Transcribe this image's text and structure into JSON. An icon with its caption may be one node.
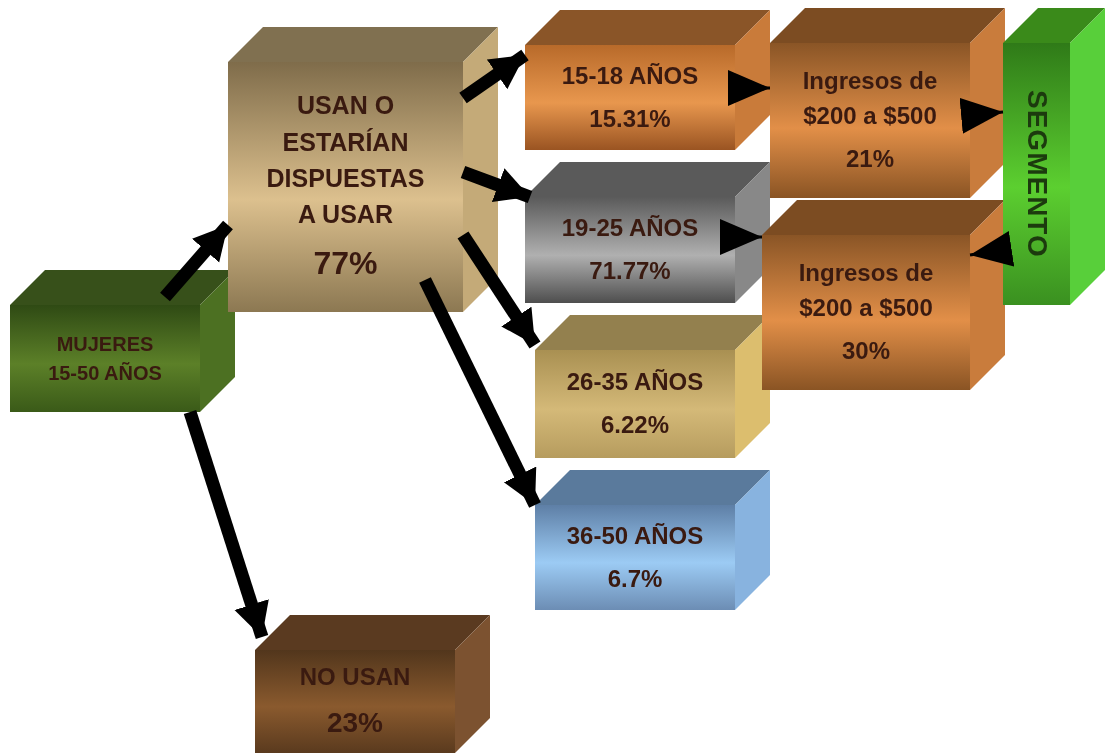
{
  "diagram": {
    "nodes": [
      {
        "text": [
          "MUJERES 15-50 AÑOS"
        ]
      },
      {
        "text": [
          "USAN O ESTARÍAN DISPUESTAS A USAR",
          "77%"
        ]
      },
      {
        "text": [
          "15-18 AÑOS",
          "15.31%"
        ]
      },
      {
        "text": [
          "19-25 AÑOS",
          "71.77%"
        ]
      },
      {
        "text": [
          "26-35 AÑOS",
          "6.22%"
        ]
      },
      {
        "text": [
          "36-50 AÑOS",
          "6.7%"
        ]
      },
      {
        "text": [
          "Ingresos de $200 a $500",
          "21%"
        ]
      },
      {
        "text": [
          "Ingresos de $200 a $500",
          "30%"
        ]
      },
      {
        "text": [
          "SEGMENTO"
        ]
      },
      {
        "text": [
          "NO USAN",
          "23%"
        ]
      }
    ],
    "edges": [
      {
        "from": 0,
        "to": 1,
        "arrow": "to"
      },
      {
        "from": 0,
        "to": 9,
        "arrow": "to"
      },
      {
        "from": 1,
        "to": 2,
        "arrow": "to"
      },
      {
        "from": 1,
        "to": 3,
        "arrow": "to"
      },
      {
        "from": 1,
        "to": 4,
        "arrow": "to"
      },
      {
        "from": 1,
        "to": 5,
        "arrow": "to"
      },
      {
        "from": 2,
        "to": 6,
        "arrow": "to"
      },
      {
        "from": 3,
        "to": 7,
        "arrow": "to"
      },
      {
        "from": 6,
        "to": 8,
        "arrow": "to"
      },
      {
        "from": 8,
        "to": 7,
        "arrow": "to"
      }
    ]
  }
}
